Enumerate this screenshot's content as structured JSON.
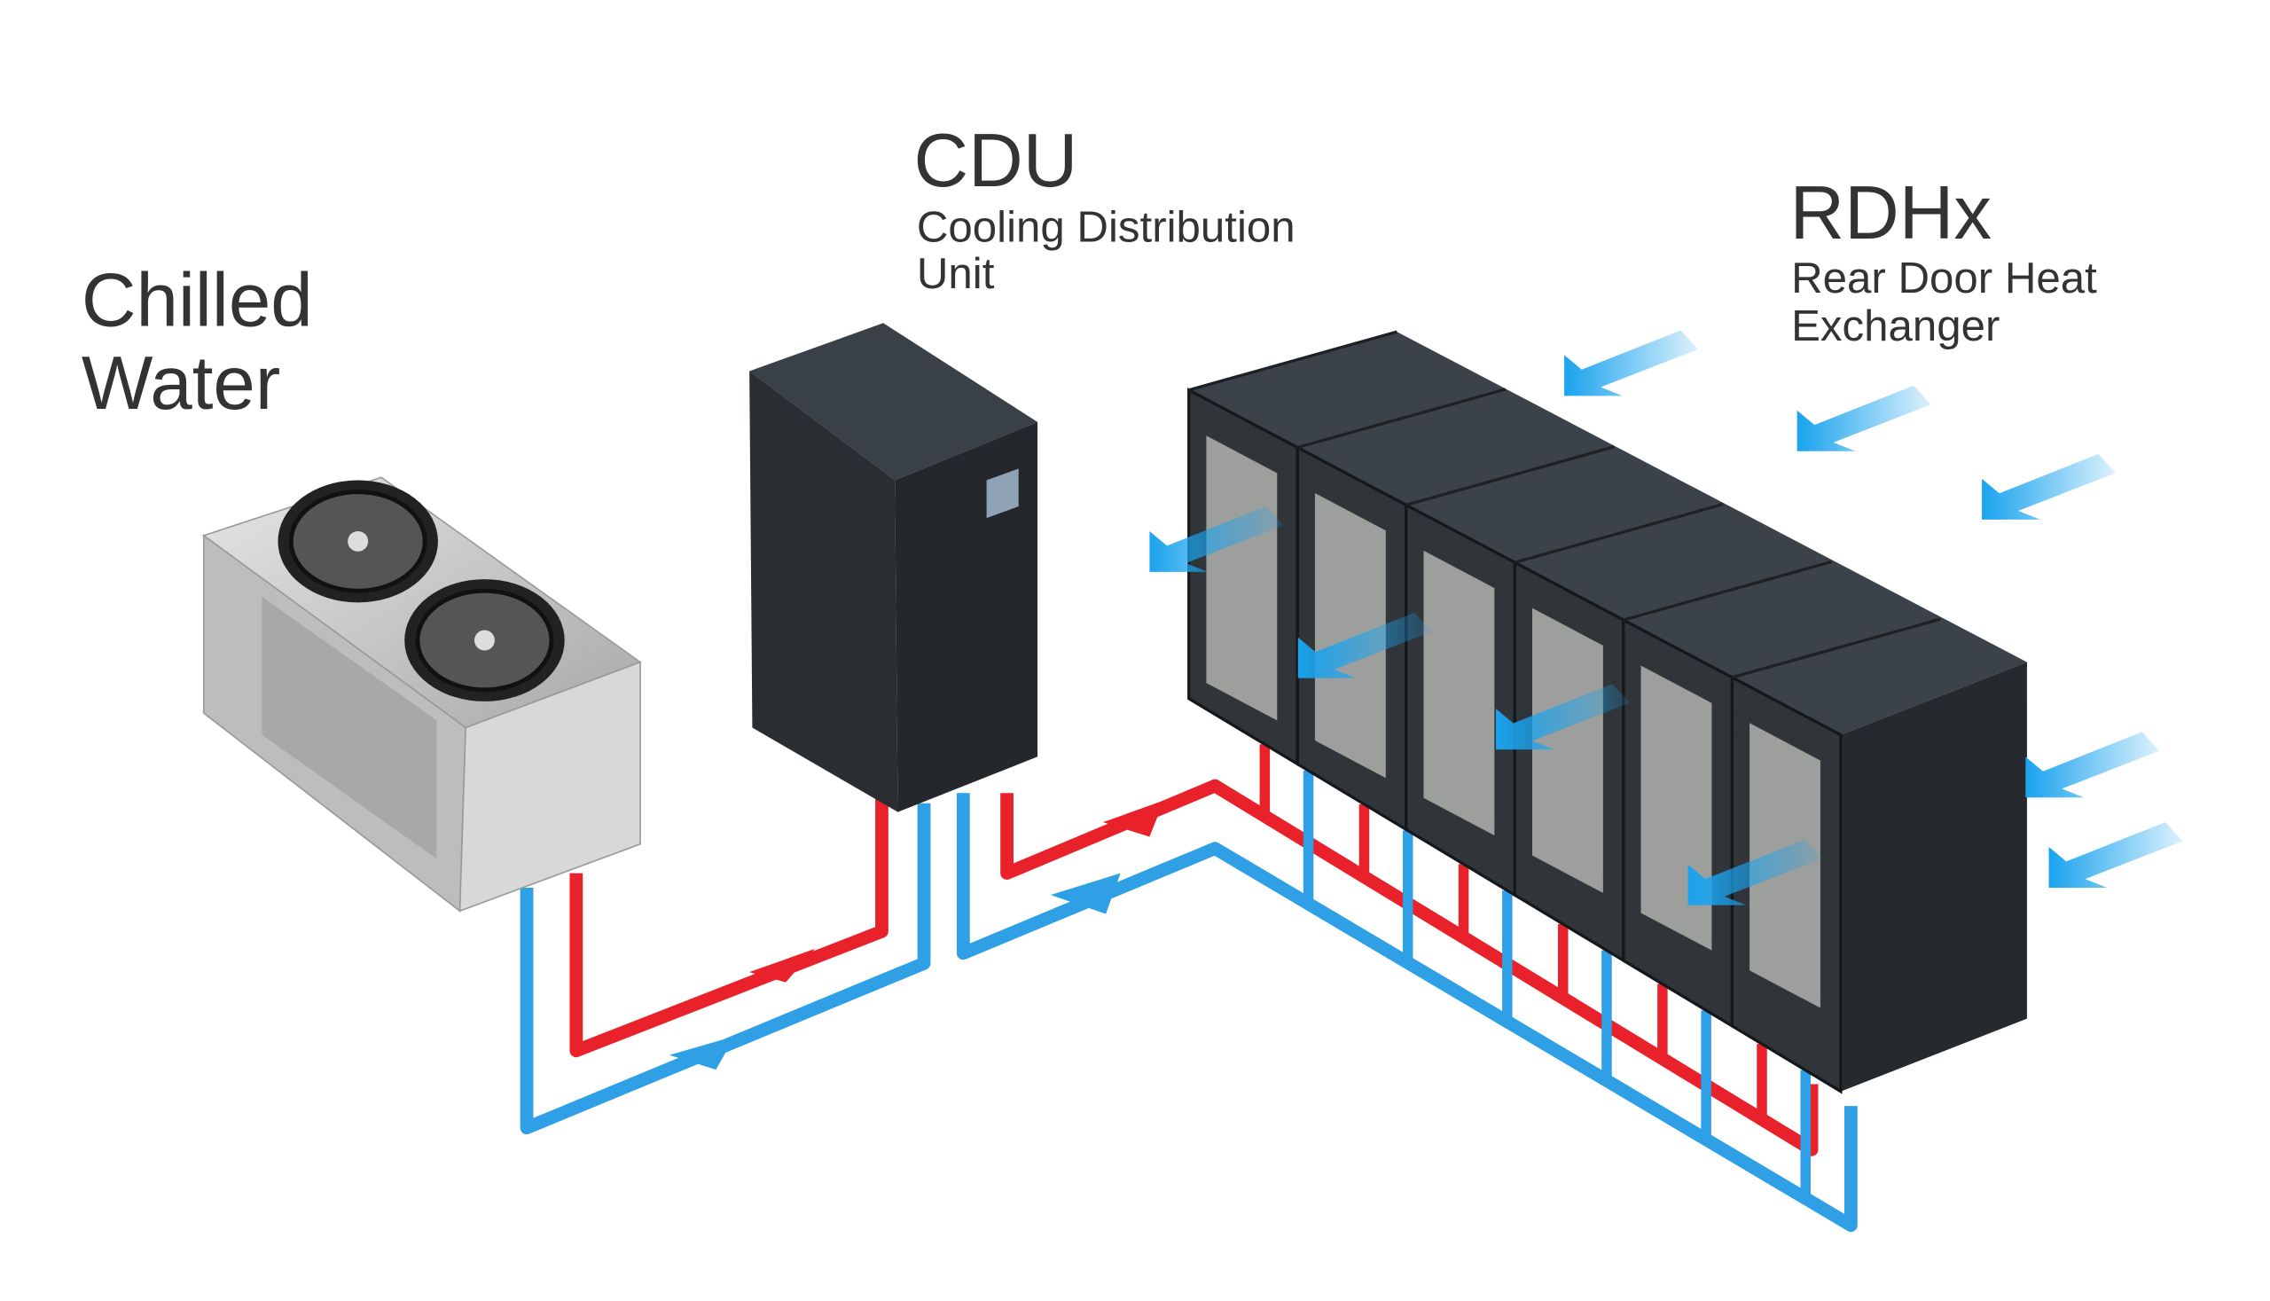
{
  "labels": {
    "chilled_water": [
      "Chilled",
      "Water"
    ],
    "cdu": {
      "title": "CDU",
      "subtitle": [
        "Cooling Distribution",
        "Unit"
      ]
    },
    "rdhx": {
      "title": "RDHx",
      "subtitle": [
        "Rear Door Heat",
        "Exchanger"
      ]
    }
  },
  "colors": {
    "hot_pipe": "#e8212b",
    "cold_pipe": "#2fa0e6",
    "airflow": "#29a9ea",
    "cabinet": "#2e3338",
    "chiller": "#c9c9c9",
    "text": "#333333"
  },
  "rack_count": 6
}
